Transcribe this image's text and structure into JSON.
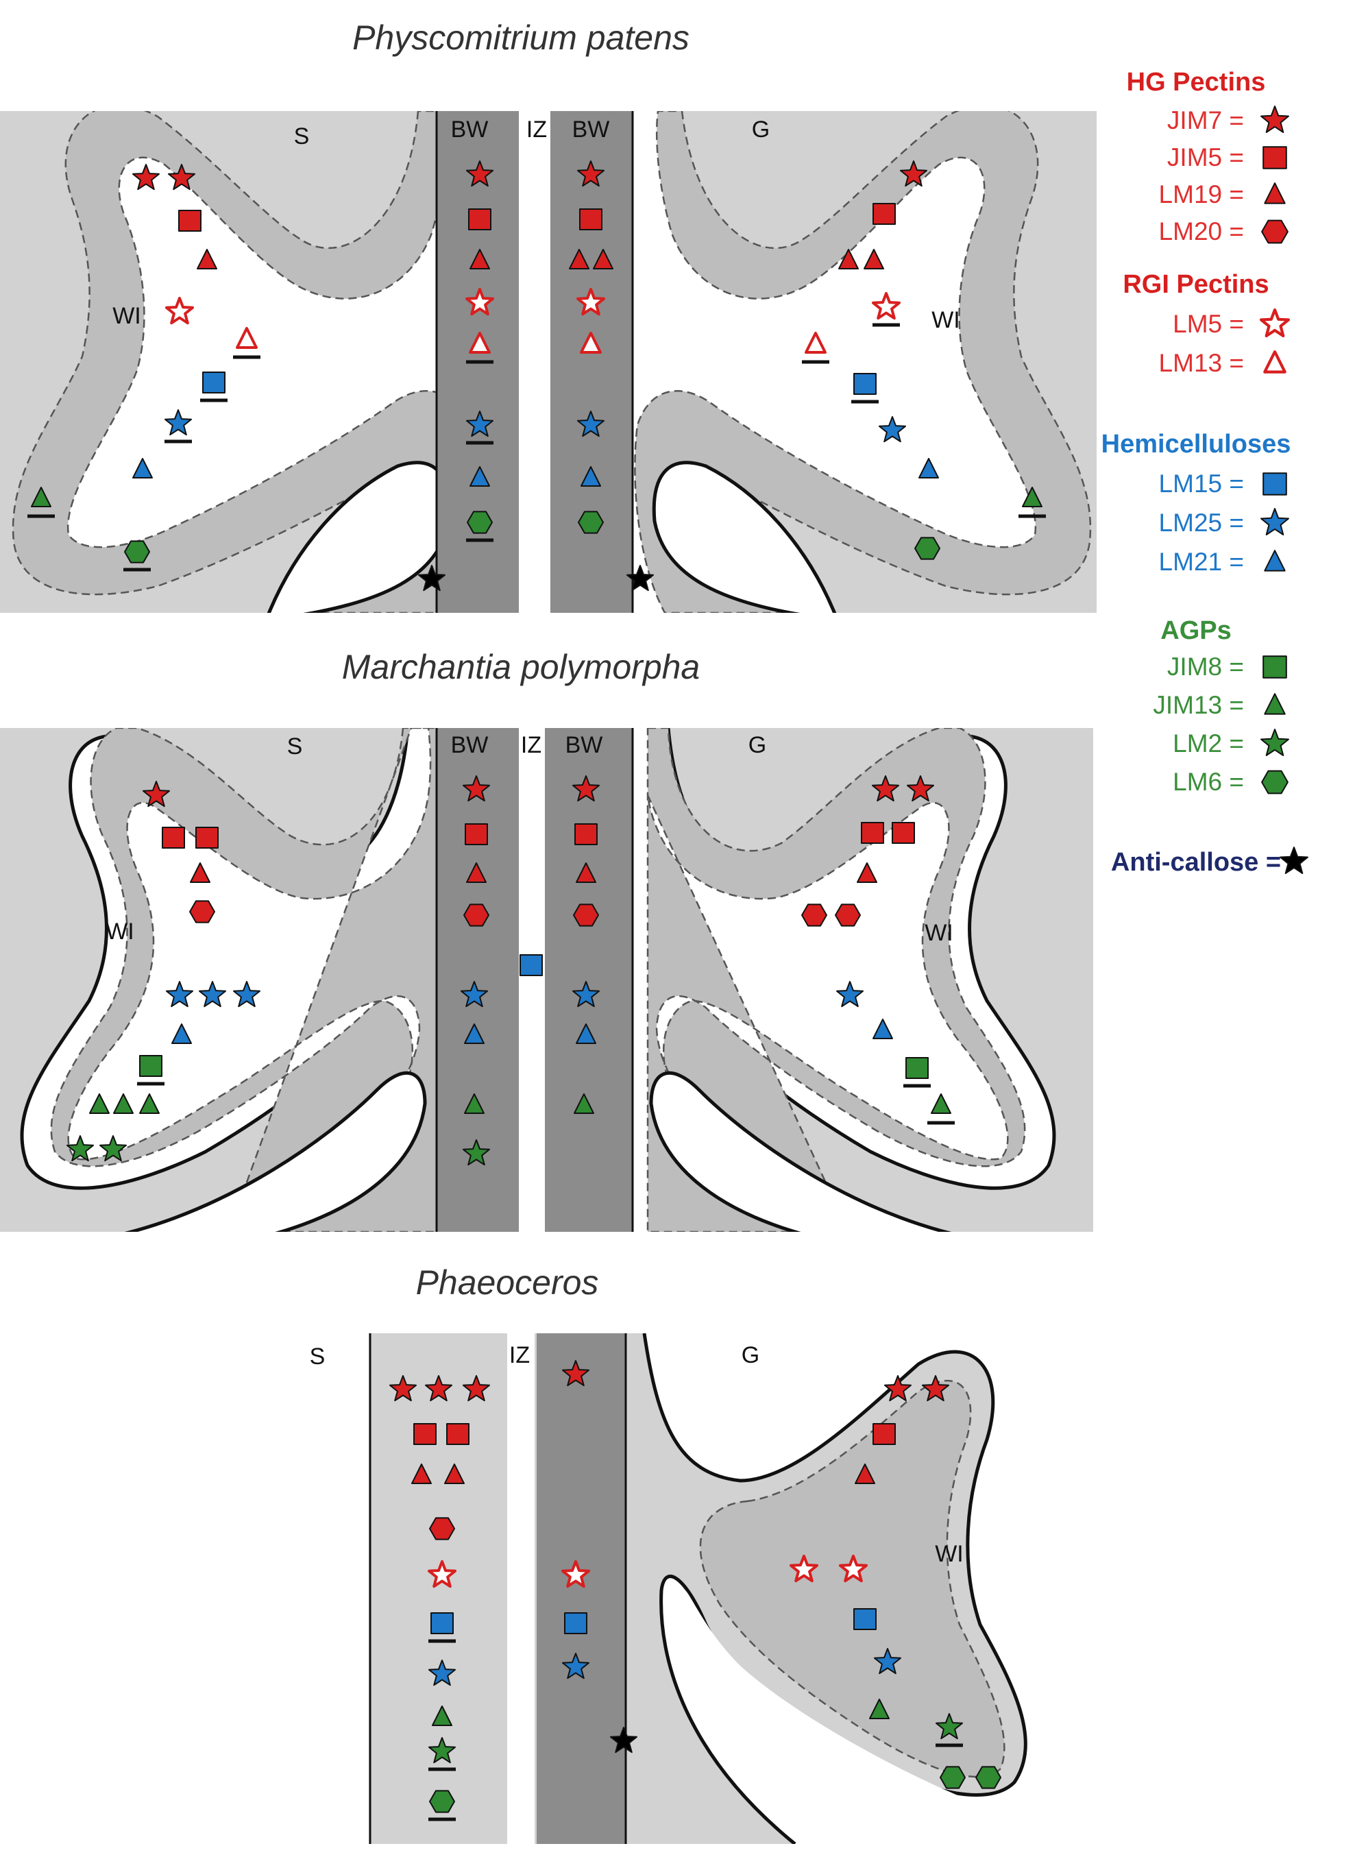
{
  "colors": {
    "red": "#d81f1f",
    "red_text": "#e03030",
    "blue": "#1f78c8",
    "blue_text": "#1f78c8",
    "green": "#2f8a32",
    "green_text": "#3a8f3a",
    "navy": "#1f2a6b",
    "black": "#000000",
    "bg_light": "#d2d2d2",
    "bg_mid": "#bdbdbd",
    "bg_dark": "#8c8c8c"
  },
  "panels": [
    {
      "id": "physcomitrium",
      "title": "Physcomitrium patens",
      "labels": {
        "left": "S",
        "right": "G",
        "wi_left": "WI",
        "wi_right": "WI",
        "bw_left": "BW",
        "bw_right": "BW",
        "iz": "IZ"
      }
    },
    {
      "id": "marchantia",
      "title": "Marchantia polymorpha",
      "labels": {
        "left": "S",
        "right": "G",
        "wi_left": "WI",
        "wi_right": "WI",
        "bw_left": "BW",
        "bw_right": "BW",
        "iz": "IZ"
      }
    },
    {
      "id": "phaeoceros",
      "title": "Phaeoceros",
      "labels": {
        "left": "S",
        "right": "G",
        "wi_right": "WI",
        "iz": "IZ"
      }
    }
  ],
  "legend": {
    "groups": [
      {
        "heading": "HG Pectins",
        "color": "red",
        "items": [
          {
            "label": "JIM7 =",
            "symbol": "star",
            "style": "filled"
          },
          {
            "label": "JIM5 =",
            "symbol": "square",
            "style": "filled"
          },
          {
            "label": "LM19 =",
            "symbol": "triangle",
            "style": "filled"
          },
          {
            "label": "LM20 =",
            "symbol": "hexagon",
            "style": "filled"
          }
        ]
      },
      {
        "heading": "RGI Pectins",
        "color": "red",
        "items": [
          {
            "label": "LM5 =",
            "symbol": "star",
            "style": "open"
          },
          {
            "label": "LM13 =",
            "symbol": "triangle",
            "style": "open"
          }
        ]
      },
      {
        "heading": "Hemicelluloses",
        "color": "blue",
        "items": [
          {
            "label": "LM15 =",
            "symbol": "square",
            "style": "filled"
          },
          {
            "label": "LM25 =",
            "symbol": "star",
            "style": "filled"
          },
          {
            "label": "LM21 =",
            "symbol": "triangle",
            "style": "filled"
          }
        ]
      },
      {
        "heading": "AGPs",
        "color": "green",
        "items": [
          {
            "label": "JIM8 =",
            "symbol": "square",
            "style": "filled"
          },
          {
            "label": "JIM13 =",
            "symbol": "triangle",
            "style": "filled"
          },
          {
            "label": "LM2 =",
            "symbol": "star",
            "style": "filled"
          },
          {
            "label": "LM6 =",
            "symbol": "hexagon",
            "style": "filled"
          }
        ]
      },
      {
        "heading": "Anti-callose =",
        "color": "navy",
        "symbol": "star",
        "symbol_color": "black",
        "items": []
      }
    ]
  }
}
